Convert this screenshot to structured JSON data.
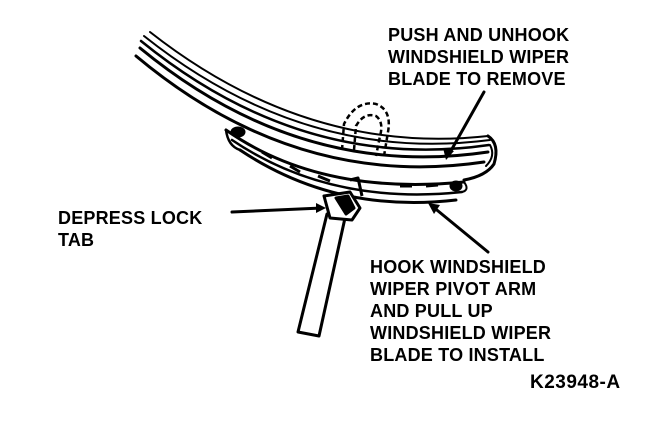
{
  "callouts": {
    "push_unhook": {
      "lines": [
        "PUSH AND UNHOOK",
        "WINDSHIELD WIPER",
        "BLADE TO REMOVE"
      ]
    },
    "depress_lock_tab": {
      "lines": [
        "DEPRESS LOCK",
        "TAB"
      ]
    },
    "hook_pivot_arm": {
      "lines": [
        "HOOK WINDSHIELD",
        "WIPER PIVOT ARM",
        "AND PULL UP",
        "WINDSHIELD WIPER",
        "BLADE TO INSTALL"
      ]
    }
  },
  "figure_id": "K23948-A",
  "colors": {
    "ink": "#000000",
    "background": "#ffffff"
  }
}
